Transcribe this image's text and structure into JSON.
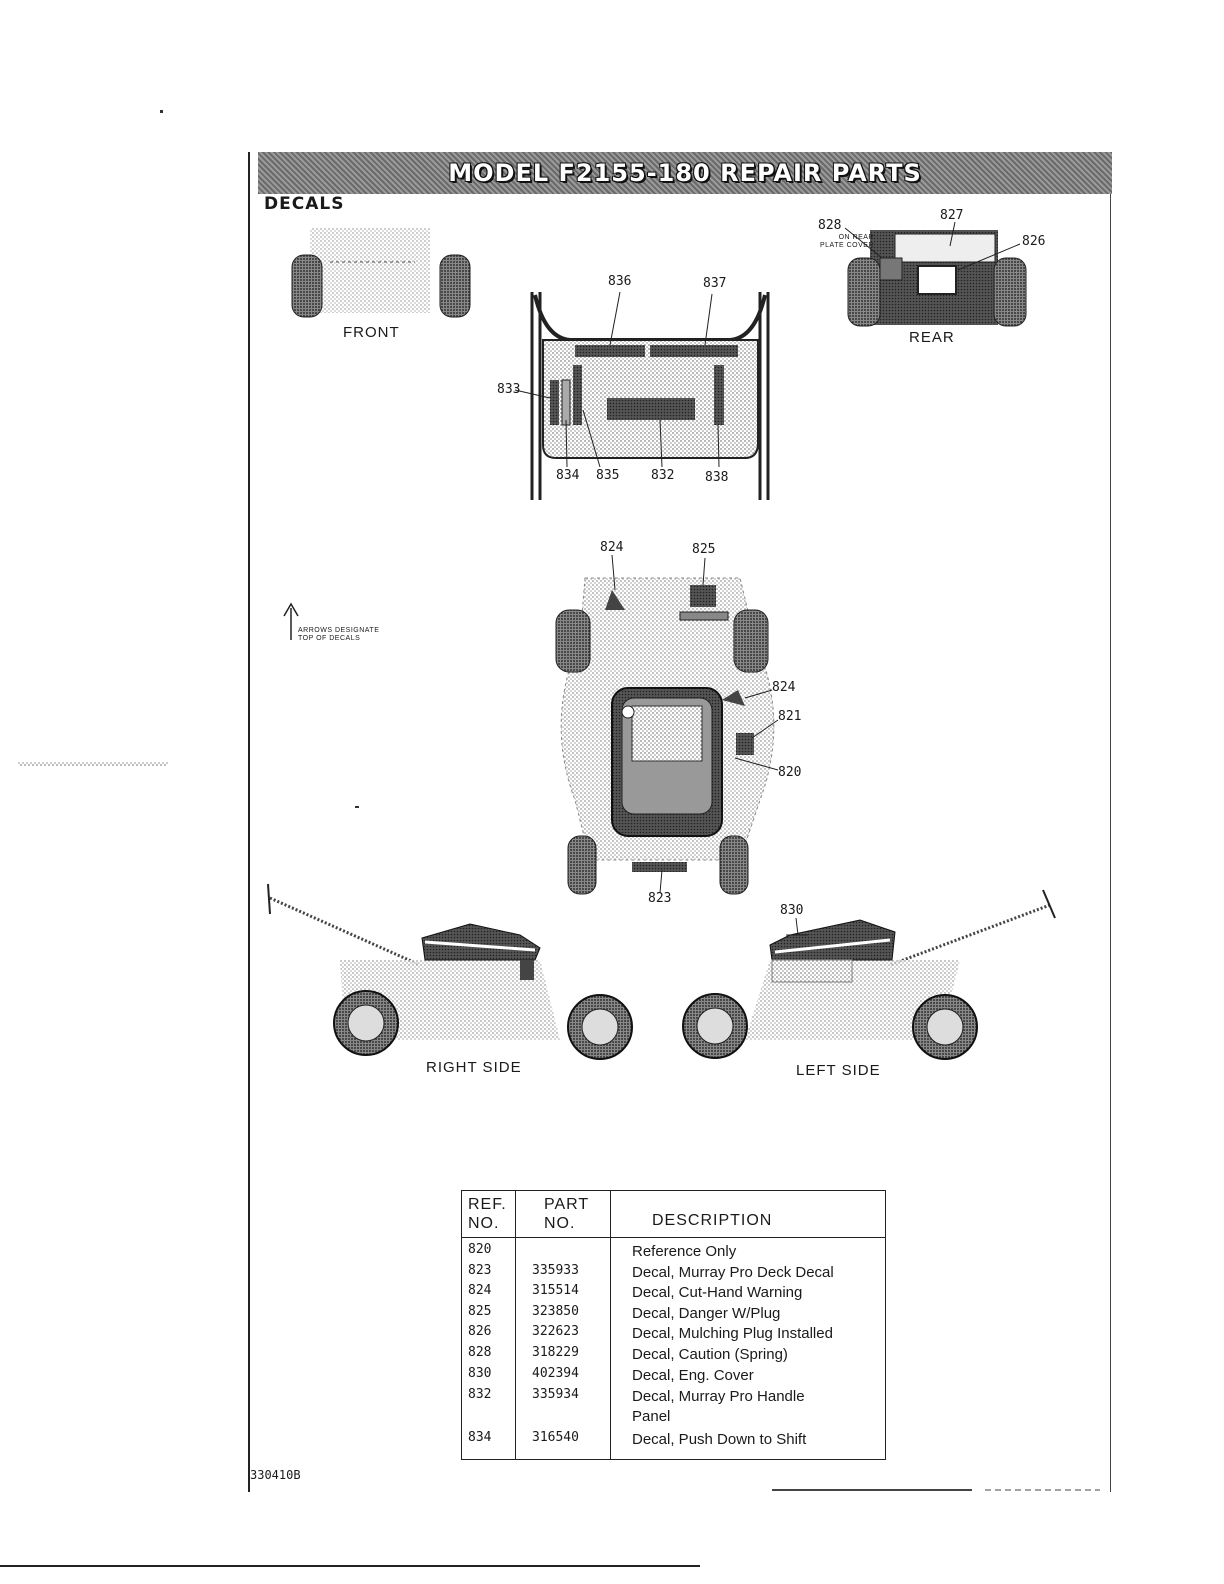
{
  "header": {
    "title": "MODEL F2155-180 REPAIR PARTS",
    "section": "DECALS"
  },
  "views": {
    "front": "FRONT",
    "rear": "REAR",
    "right_side": "RIGHT SIDE",
    "left_side": "LEFT SIDE"
  },
  "callouts": {
    "c820": "820",
    "c821": "821",
    "c823": "823",
    "c824_top": "824",
    "c824_side": "824",
    "c825": "825",
    "c826": "826",
    "c827": "827",
    "c828": "828",
    "c830": "830",
    "c832": "832",
    "c833": "833",
    "c834": "834",
    "c835": "835",
    "c836": "836",
    "c837": "837",
    "c838": "838"
  },
  "notes": {
    "rear_plate_line1": "ON REAR",
    "rear_plate_line2": "PLATE COVER",
    "arrows_line1": "ARROWS DESIGNATE",
    "arrows_line2": "TOP OF DECALS"
  },
  "table": {
    "headers": {
      "ref_line1": "REF.",
      "ref_line2": "NO.",
      "part_line1": "PART",
      "part_line2": "NO.",
      "desc": "DESCRIPTION"
    },
    "rows": [
      {
        "ref": "820",
        "part": "",
        "desc": "Reference Only"
      },
      {
        "ref": "823",
        "part": "335933",
        "desc": "Decal, Murray Pro Deck Decal"
      },
      {
        "ref": "824",
        "part": "315514",
        "desc": "Decal, Cut-Hand Warning"
      },
      {
        "ref": "825",
        "part": "323850",
        "desc": "Decal, Danger W/Plug"
      },
      {
        "ref": "826",
        "part": "322623",
        "desc": "Decal, Mulching Plug Installed"
      },
      {
        "ref": "828",
        "part": "318229",
        "desc": "Decal, Caution (Spring)"
      },
      {
        "ref": "830",
        "part": "402394",
        "desc": "Decal, Eng. Cover"
      },
      {
        "ref": "832",
        "part": "335934",
        "desc": "Decal, Murray Pro Handle Panel"
      },
      {
        "ref": "834",
        "part": "316540",
        "desc": "Decal, Push Down to Shift"
      }
    ]
  },
  "footer": {
    "doc_number": "330410B"
  }
}
